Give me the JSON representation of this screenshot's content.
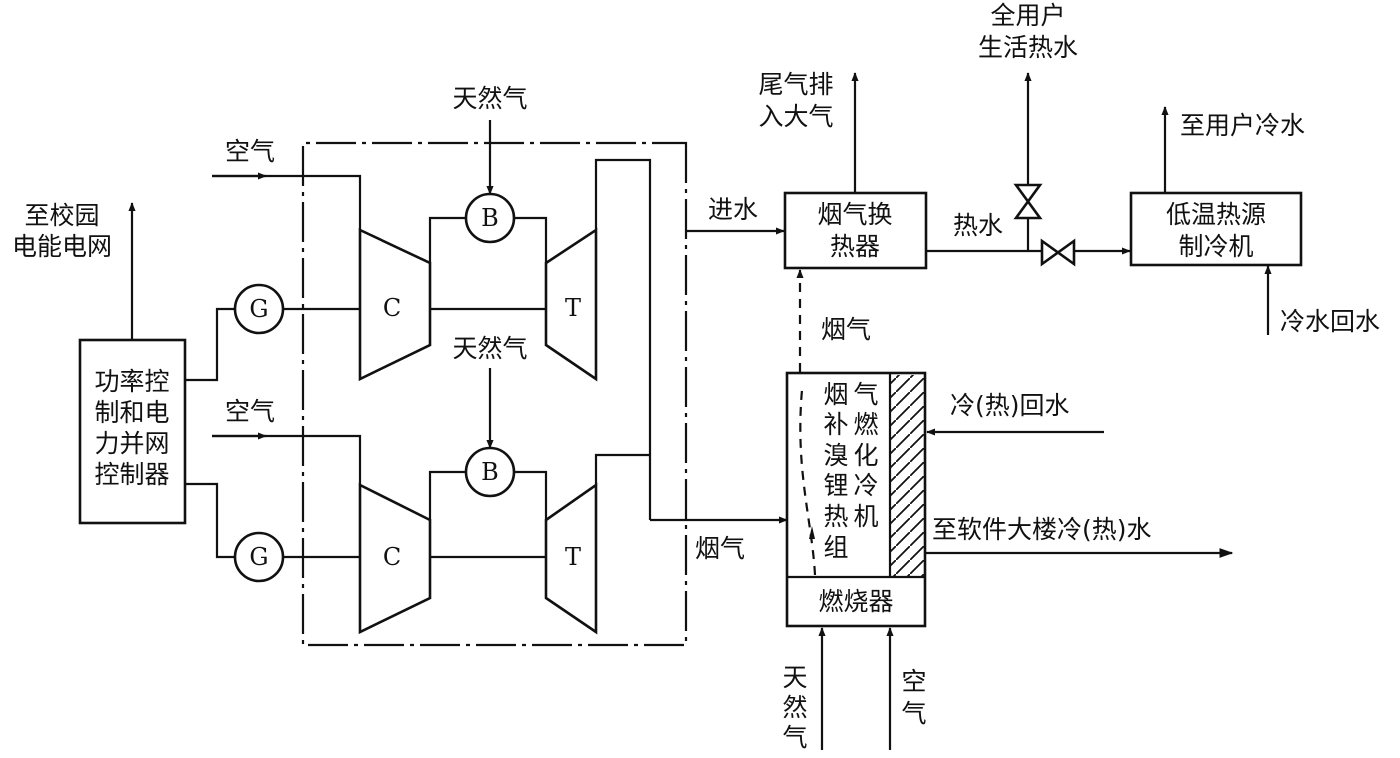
{
  "labels": {
    "campus_grid_1": "至校园",
    "campus_grid_2": "电能电网",
    "controller_1": "功率控",
    "controller_2": "制和电",
    "controller_3": "力并网",
    "controller_4": "控制器",
    "air_top": "空气",
    "air_bottom": "空气",
    "natural_gas_top": "天然气",
    "natural_gas_middle": "天然气",
    "generator_top": "G",
    "generator_bottom": "G",
    "compressor_top": "C",
    "compressor_bottom": "C",
    "burner_top": "B",
    "burner_bottom": "B",
    "turbine_top": "T",
    "turbine_bottom": "T",
    "water_in": "进水",
    "flue_gas_exchanger_1": "烟气换",
    "flue_gas_exchanger_2": "热器",
    "exhaust_1": "尾气排",
    "exhaust_2": "入大气",
    "hot_water_user_1": "全用户",
    "hot_water_user_2": "生活热水",
    "hot_water": "热水",
    "chiller_1": "低温热源",
    "chiller_2": "制冷机",
    "cold_water_to_user": "至用户冷水",
    "cold_water_return": "冷水回水",
    "flue_gas_up": "烟气",
    "flue_gas_bottom": "烟气",
    "absorption_unit_col1": [
      "烟",
      "补",
      "溴",
      "锂",
      "热",
      "组"
    ],
    "absorption_unit_col2": [
      "气",
      "燃",
      "化",
      "冷",
      "机"
    ],
    "return_water": "冷(热)回水",
    "to_software_building": "至软件大楼冷(热)水",
    "burner_box": "燃烧器",
    "natural_gas_vertical": [
      "天",
      "然",
      "气"
    ],
    "air_vertical": [
      "空",
      "气"
    ]
  }
}
